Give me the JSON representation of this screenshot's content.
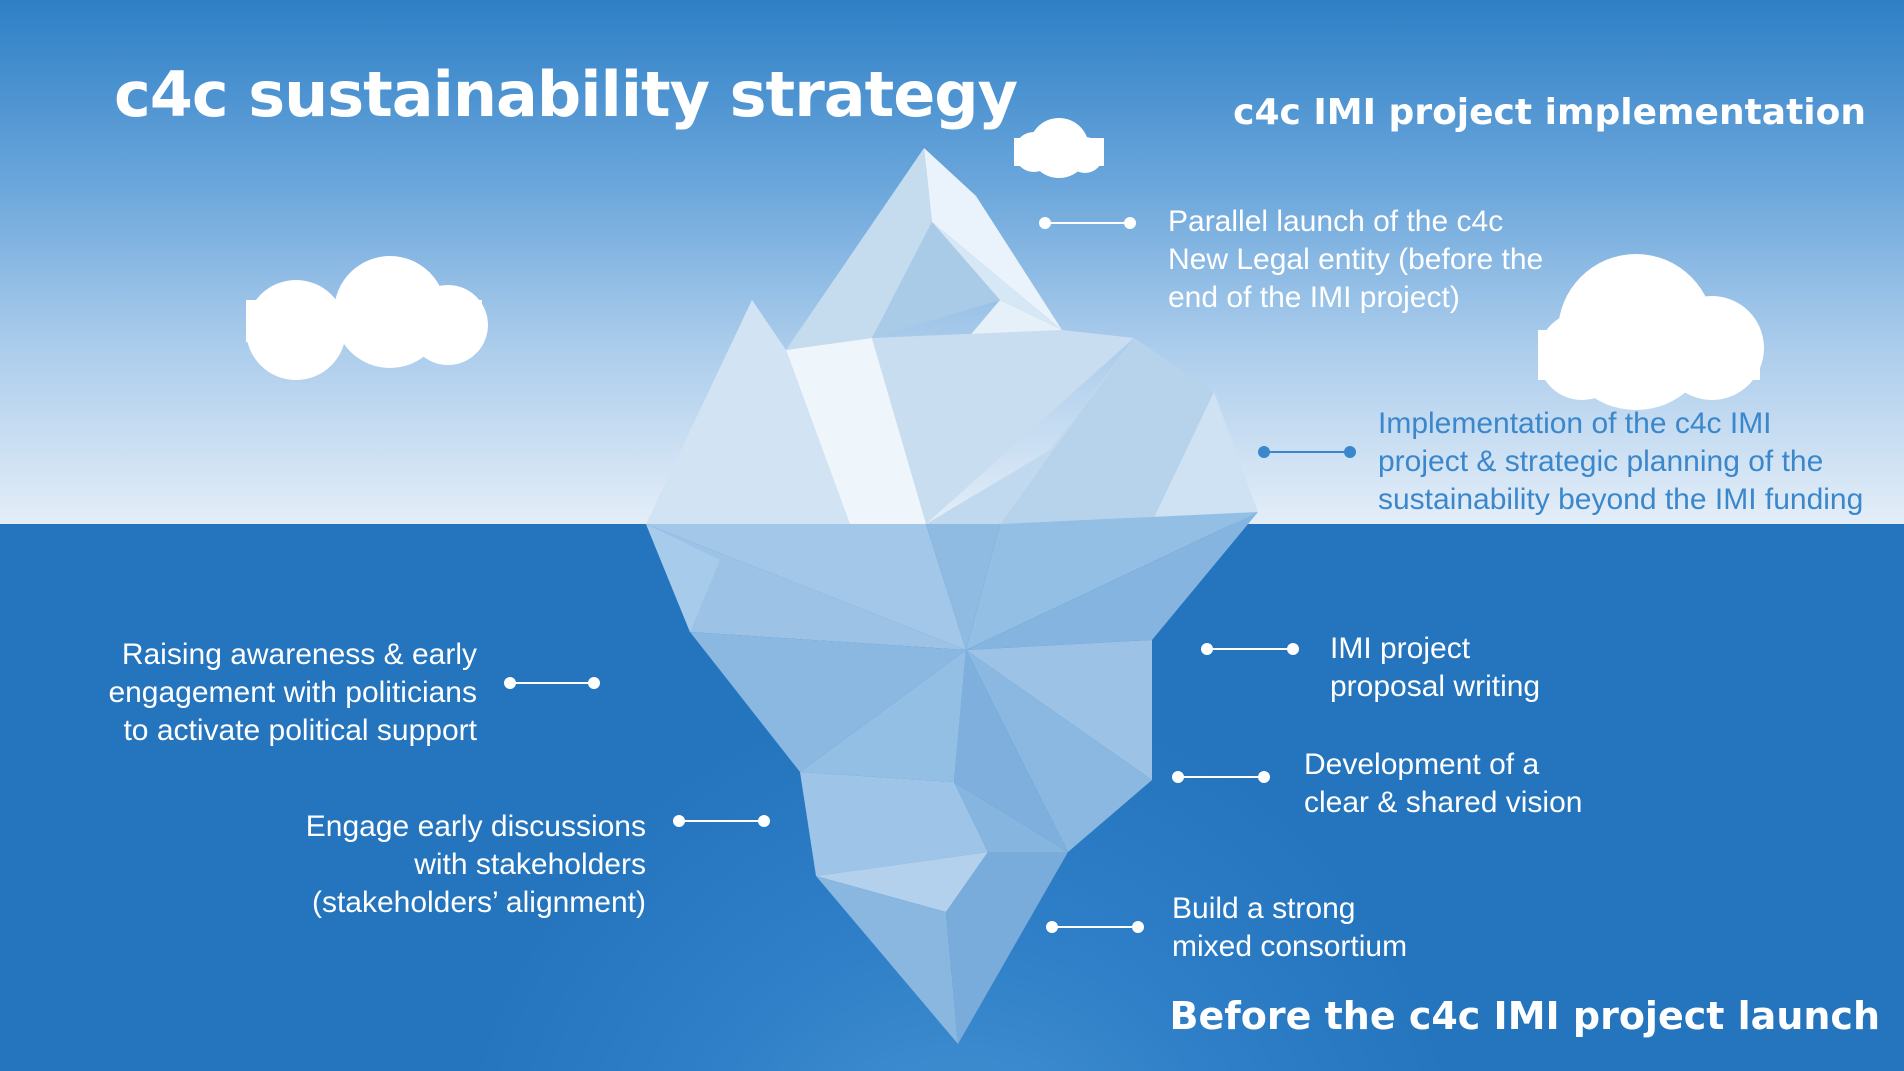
{
  "title": "c4c sustainability strategy",
  "headings": {
    "above": "c4c IMI project implementation",
    "below": "Before the c4c IMI project launch"
  },
  "labels": {
    "parallel_launch": [
      "Parallel launch of the c4c",
      "New Legal entity (before the",
      "end of the IMI project)"
    ],
    "implementation": [
      "Implementation of the c4c IMI",
      "project & strategic planning of the",
      "sustainability beyond the IMI funding"
    ],
    "raising_awareness": [
      "Raising awareness & early",
      "engagement with politicians",
      "to activate political support"
    ],
    "engage_discussions": [
      "Engage early discussions",
      "with stakeholders",
      "(stakeholders’ alignment)"
    ],
    "proposal_writing": [
      "IMI project",
      "proposal writing"
    ],
    "shared_vision": [
      "Development of a",
      "clear & shared vision"
    ],
    "consortium": [
      "Build a strong",
      "mixed consortium"
    ]
  },
  "colors": {
    "sky_top": "#2e7fc6",
    "sky_bottom": "#e4eef8",
    "sea": "#2a7bc4",
    "text_light": "#ffffff",
    "text_blue": "#3b87cc"
  }
}
